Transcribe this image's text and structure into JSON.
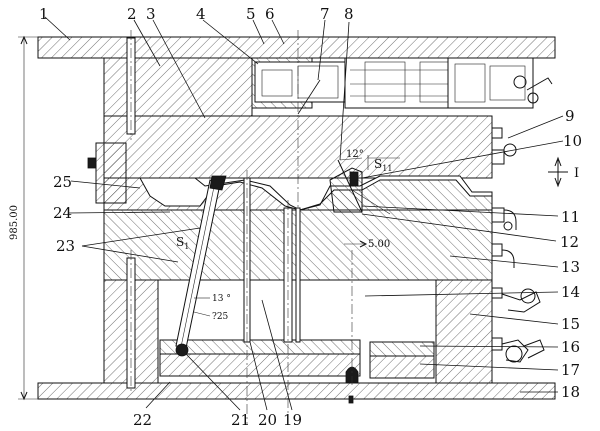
{
  "dimensions": {
    "overall_height": "985.00",
    "offset": "5.00",
    "angle_top": "12°",
    "angle_lower": "13 °",
    "length_lower": "?25",
    "stroke_label": "S",
    "stroke_label_sub_top": "11",
    "stroke_label_sub_lower": "1"
  },
  "view_marker": "I",
  "part_numbers": {
    "p1": "1",
    "p2": "2",
    "p3": "3",
    "p4": "4",
    "p5": "5",
    "p6": "6",
    "p7": "7",
    "p8": "8",
    "p9": "9",
    "p10": "10",
    "p11": "11",
    "p12": "12",
    "p13": "13",
    "p14": "14",
    "p15": "15",
    "p16": "16",
    "p17": "17",
    "p18": "18",
    "p19": "19",
    "p20": "20",
    "p21": "21",
    "p22": "22",
    "p23": "23",
    "p24": "24",
    "p25": "25"
  }
}
